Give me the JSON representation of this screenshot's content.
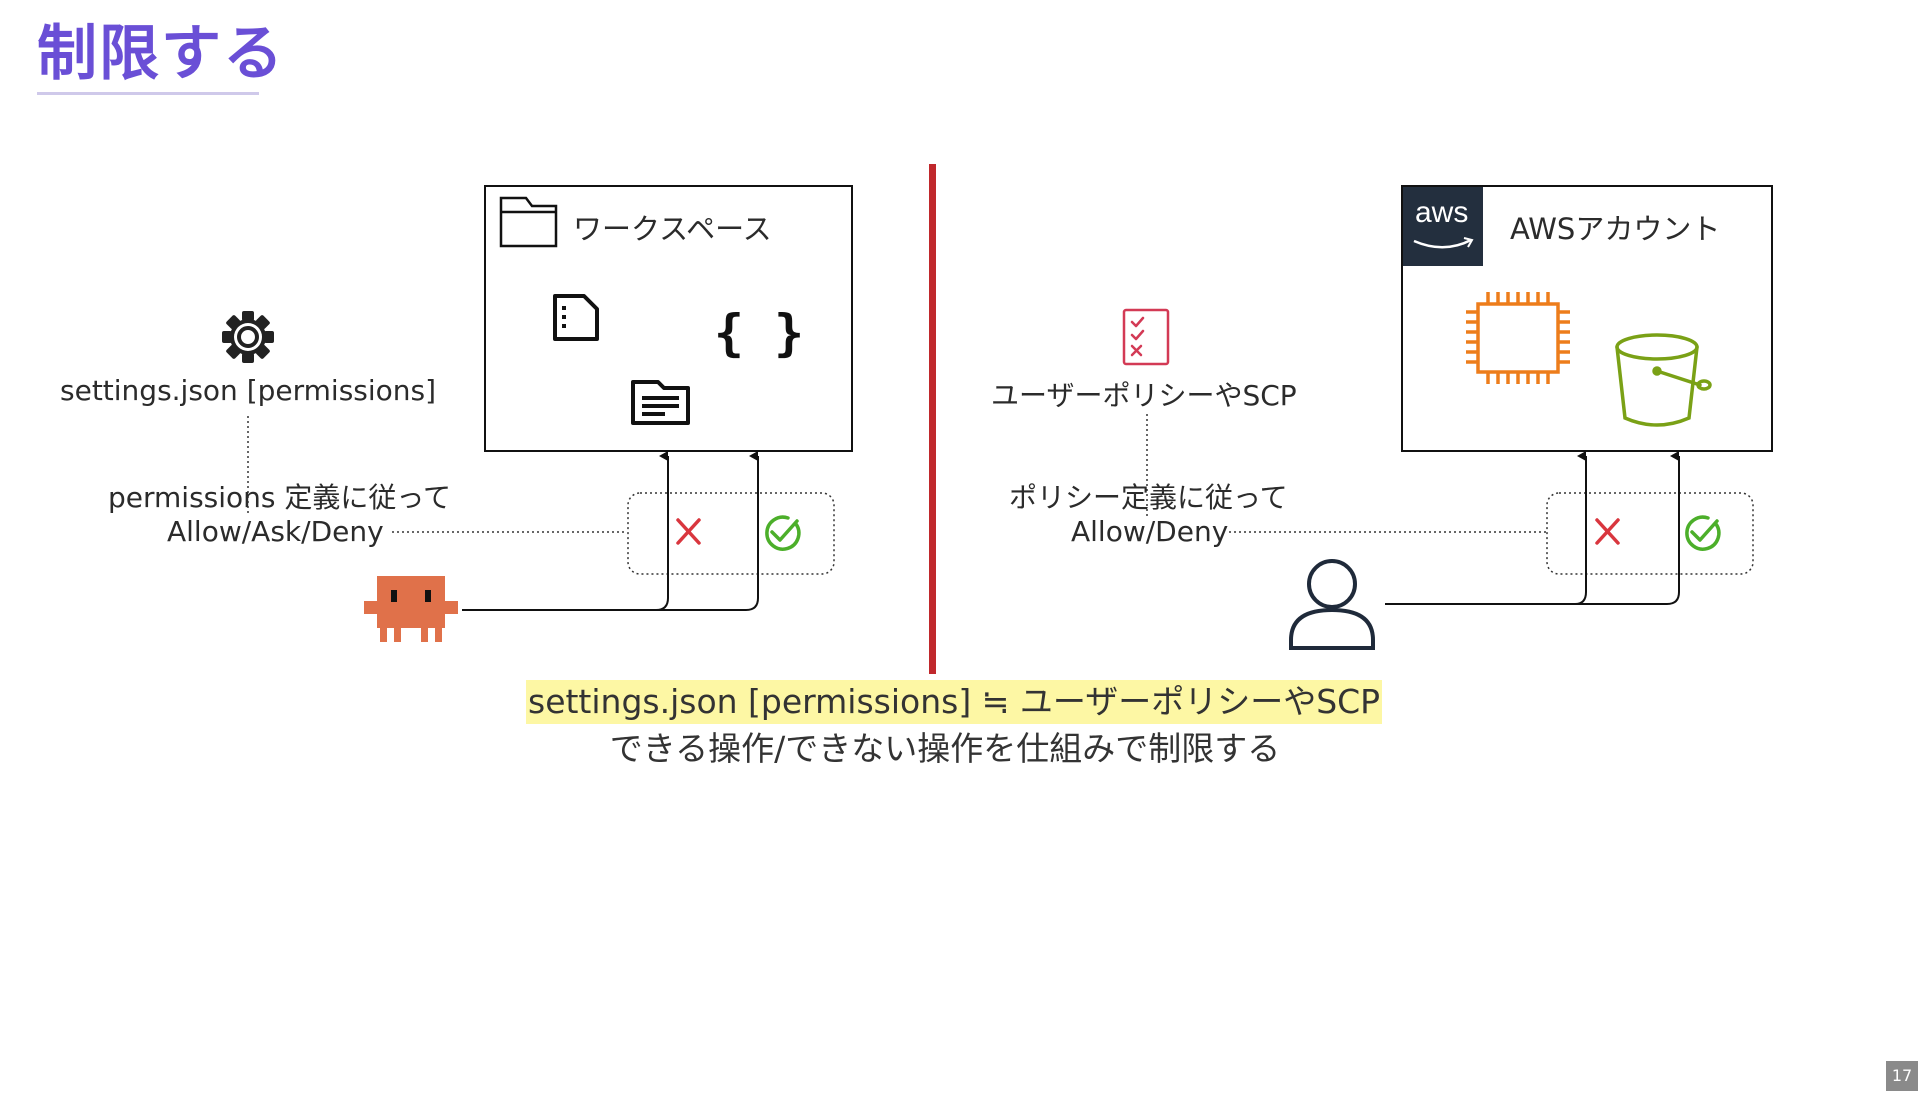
{
  "slide": {
    "title": "制限する",
    "page_number": "17"
  },
  "left": {
    "settings_label": "settings.json [permissions]",
    "rule_line1": "permissions 定義に従って",
    "rule_line2": "Allow/Ask/Deny",
    "box_title": "ワークスペース"
  },
  "right": {
    "policy_label": "ユーザーポリシーやSCP",
    "rule_line1": "ポリシー定義に従って",
    "rule_line2": "Allow/Deny",
    "aws_logo_text": "aws",
    "box_title": "AWSアカウント"
  },
  "caption": {
    "line1": "settings.json [permissions] ≒ ユーザーポリシーやSCP",
    "line2": "できる操作/できない操作を仕組みで制限する"
  },
  "colors": {
    "title": "#6a4fd6",
    "divider": "#c0282c",
    "deny": "#d9363e",
    "allow": "#4caf2a",
    "agent": "#e0714a",
    "ec2": "#ed7d1b",
    "s3": "#7aa116",
    "policy": "#d33a55",
    "aws_badge": "#232f3e",
    "highlight": "#fdf7a4"
  },
  "icons": {
    "settings": "gear-icon",
    "agent": "pixel-agent-icon",
    "user": "user-icon",
    "policy": "checklist-icon",
    "compute": "chip-icon",
    "storage": "bucket-icon"
  }
}
